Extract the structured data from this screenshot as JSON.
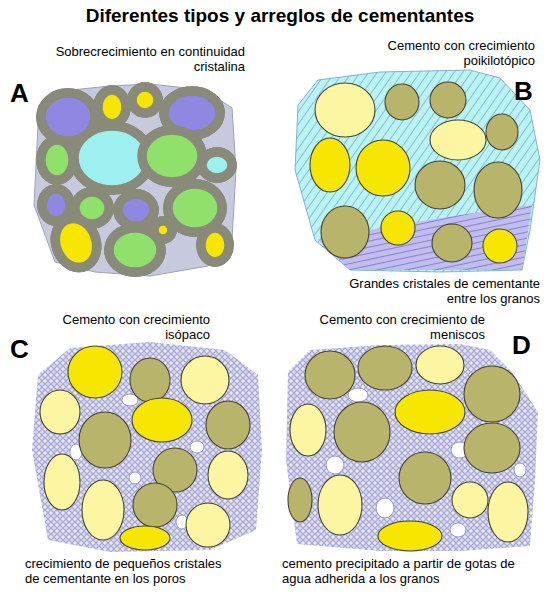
{
  "diagram": {
    "title": "Diferentes tipos y arreglos de cementantes",
    "labels": [
      "A",
      "Sobrecrecimiento en continuidad cristalina",
      "Cemento con crecimiento poikilotópico",
      "B",
      "Grandes cristales de cementante entre los granos",
      "Cemento con crecimiento isópaco",
      "C",
      "Cemento con crecimiento de meniscos",
      "D",
      "crecimiento de pequeños cristales de cementante en los poros",
      "cemento precipitado a partir de gotas de agua adherida a los granos"
    ]
  }
}
